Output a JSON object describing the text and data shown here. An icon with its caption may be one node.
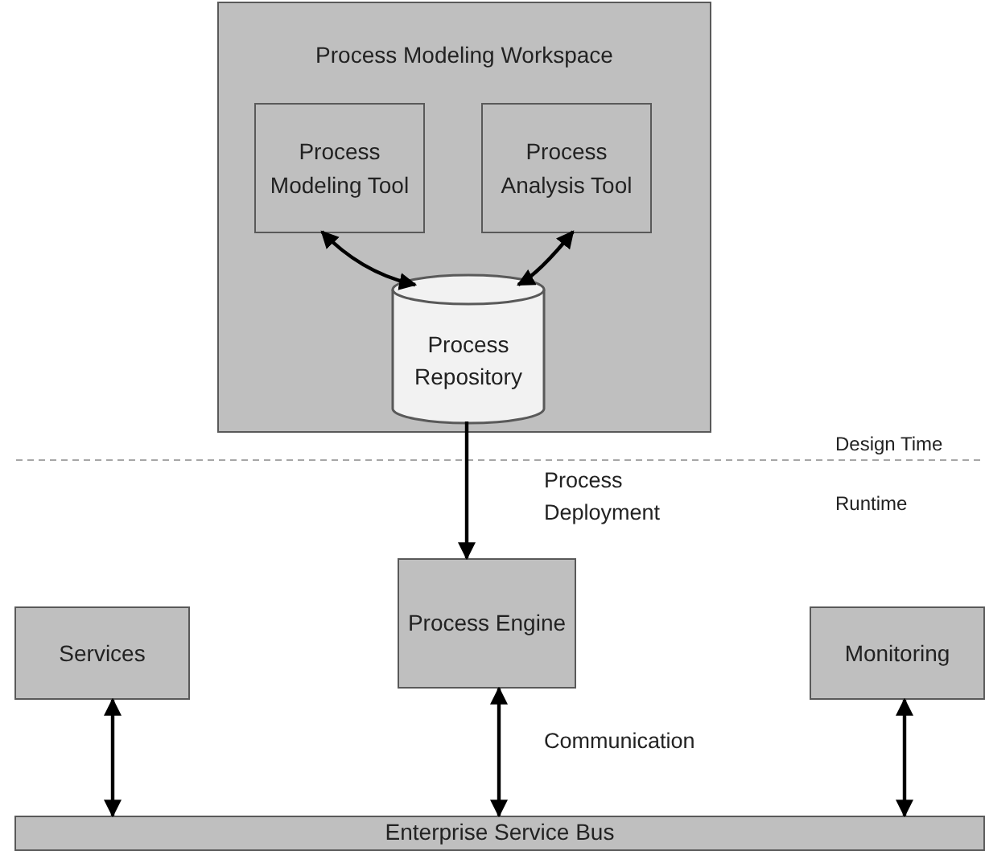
{
  "diagram": {
    "nodes": [
      {
        "text": [
          "Process Modeling Workspace"
        ]
      },
      {
        "text": [
          "Process Modeling Tool"
        ],
        "in": 0
      },
      {
        "text": [
          "Process Analysis Tool"
        ],
        "in": 0
      },
      {
        "text": [
          "Process Repository"
        ],
        "in": 0
      },
      {
        "text": [
          "Process Engine"
        ]
      },
      {
        "text": [
          "Services"
        ]
      },
      {
        "text": [
          "Monitoring"
        ]
      },
      {
        "text": [
          "Enterprise Service Bus"
        ]
      }
    ],
    "edges": [
      {
        "from": 1,
        "to": 3,
        "arrow": "both"
      },
      {
        "from": 2,
        "to": 3,
        "arrow": "both"
      },
      {
        "from": 3,
        "to": 4,
        "arrow": "to",
        "label": "Process Deployment"
      },
      {
        "from": 5,
        "to": 7,
        "arrow": "both"
      },
      {
        "from": 4,
        "to": 7,
        "arrow": "both",
        "label": "Communication"
      },
      {
        "from": 6,
        "to": 7,
        "arrow": "both"
      }
    ],
    "labels": [
      "Design Time",
      "Runtime"
    ]
  }
}
